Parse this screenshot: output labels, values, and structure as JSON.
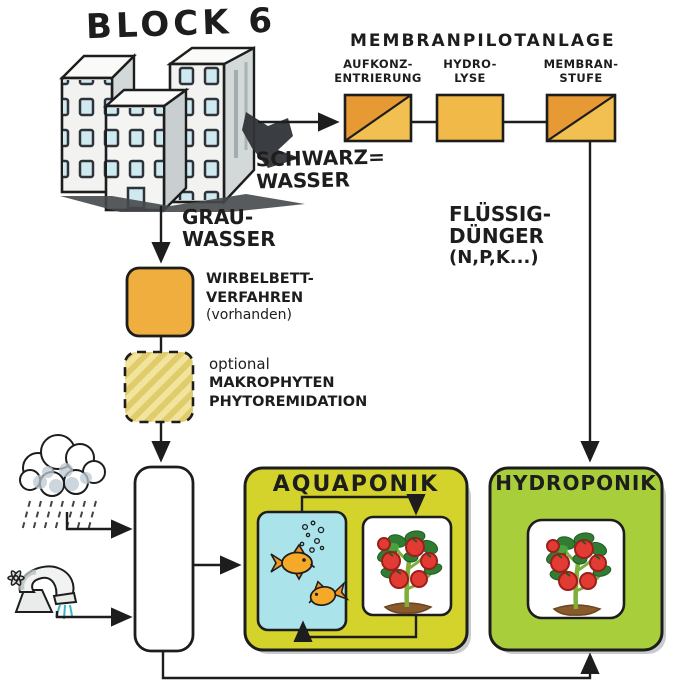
{
  "diagram": {
    "title": "BLOCK 6",
    "membrane_plant": {
      "title": "MEMBRANPILOTANLAGE",
      "stages": [
        {
          "line1": "AUFKONZ-",
          "line2": "ENTRIERUNG",
          "style": "diagonal-split"
        },
        {
          "line1": "HYDRO-",
          "line2": "LYSE",
          "style": "solid"
        },
        {
          "line1": "MEMBRAN-",
          "line2": "STUFE",
          "style": "diagonal-split"
        }
      ]
    },
    "streams": {
      "schwarzwasser": {
        "line1": "SCHWARZ=",
        "line2": "WASSER"
      },
      "grauwasser": {
        "line1": "GRAU-",
        "line2": "WASSER"
      },
      "fluessigduenger": {
        "line1": "FLÜSSIG-",
        "line2": "DÜNGER",
        "line3": "(N,P,K...)"
      }
    },
    "treatment_steps": {
      "wirbelbett": {
        "line1": "WIRBELBETT-",
        "line2": "VERFAHREN",
        "line3": "(vorhanden)"
      },
      "makrophyten": {
        "line1": "optional",
        "line2": "MAKROPHYTEN",
        "line3": "PHYTOREMIDATION"
      }
    },
    "systems": {
      "aquaponik": {
        "label": "AQUAPONIK"
      },
      "hydroponik": {
        "label": "HYDROPONIK"
      }
    },
    "icons": [
      "apartment-buildings-icon",
      "rain-cloud-icon",
      "water-tap-icon",
      "fish-icon",
      "tomato-plant-icon"
    ],
    "colors": {
      "process_orange_dark": "#E79A33",
      "process_orange_light": "#F2C050",
      "hydrolyse_orange": "#F1BA48",
      "wirbelbett_orange": "#EFAE3E",
      "makrophyten_yellow": "#F2E49C",
      "aquaponik_green": "#D4D32B",
      "hydroponik_green": "#A8CE3C",
      "water_blue": "#ABE3EB",
      "tomato_red": "#E23B33",
      "ink": "#1D1D1D"
    }
  }
}
